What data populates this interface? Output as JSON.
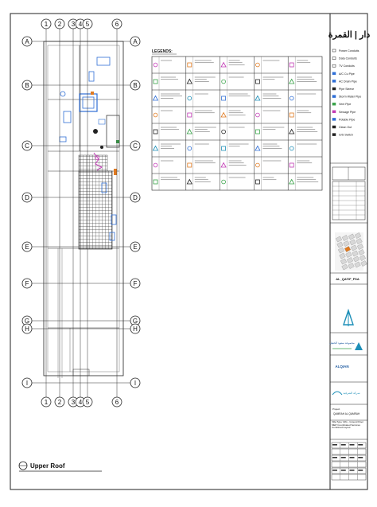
{
  "plan": {
    "title": "Upper Roof",
    "grid_columns": [
      "1",
      "2",
      "3",
      "4",
      "5",
      "6"
    ],
    "grid_rows": [
      "A",
      "B",
      "C",
      "D",
      "E",
      "F",
      "G",
      "H",
      "I"
    ]
  },
  "legend": {
    "title": "LEGENDS:",
    "columns": 5,
    "rows": 8
  },
  "title_block": {
    "logo_text": "دار | القمرة",
    "notes": [
      "Power Conduits",
      "Data Conduits",
      "TV Conduits",
      "A/C Cu Pipe",
      "AC Drain Pipe",
      "Pipe Sleeve",
      "Storm Water Pipe",
      "Vent Pipe",
      "Sewage Pipe",
      "Potable Pipe",
      "Clean Out",
      "G/S Switch"
    ],
    "consultant_name": "AL_QATIF_FSA",
    "client_arabic": "مجموعة سعود الحقيل",
    "client_english": "ALQIAN",
    "partner_arabic": "شركة الشرقية",
    "project_label": "Project",
    "project_name": "QAMRAH AL QAMRAH",
    "drawing_title": "Villa Type V2G - Ground Floor MEP Coordinated Services Combined Layout"
  },
  "colors": {
    "line": "#222222",
    "grid": "#333333",
    "hatch": "#444444",
    "blue_fixture": "#2f6fd6",
    "magenta": "#c23bb5",
    "orange": "#e07a20",
    "green": "#3aa34a",
    "teal_logo": "#1d8fb8"
  }
}
